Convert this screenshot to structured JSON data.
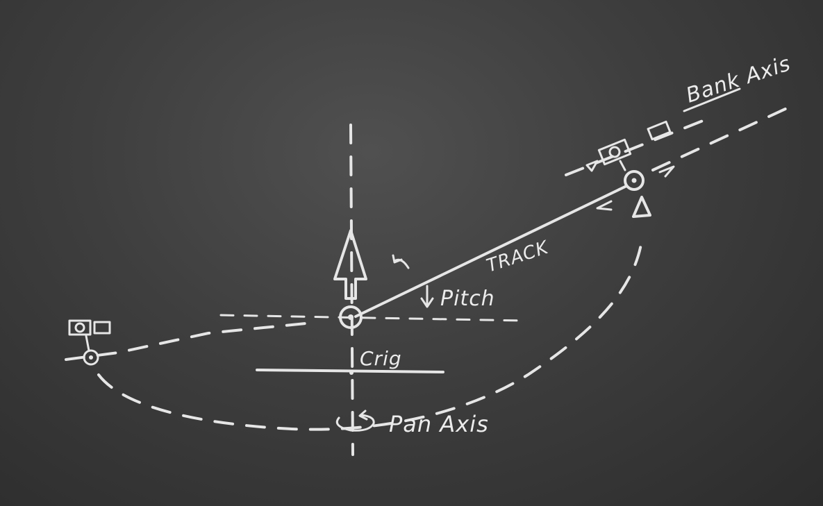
{
  "labels": {
    "bank_axis": "Bank Axis",
    "track": "TRACK",
    "pitch": "Pitch",
    "crig": "Crig",
    "pan_axis": "Pan Axis"
  },
  "colors": {
    "background": "#3e3e3e",
    "chalk": "#e6e6e6"
  }
}
